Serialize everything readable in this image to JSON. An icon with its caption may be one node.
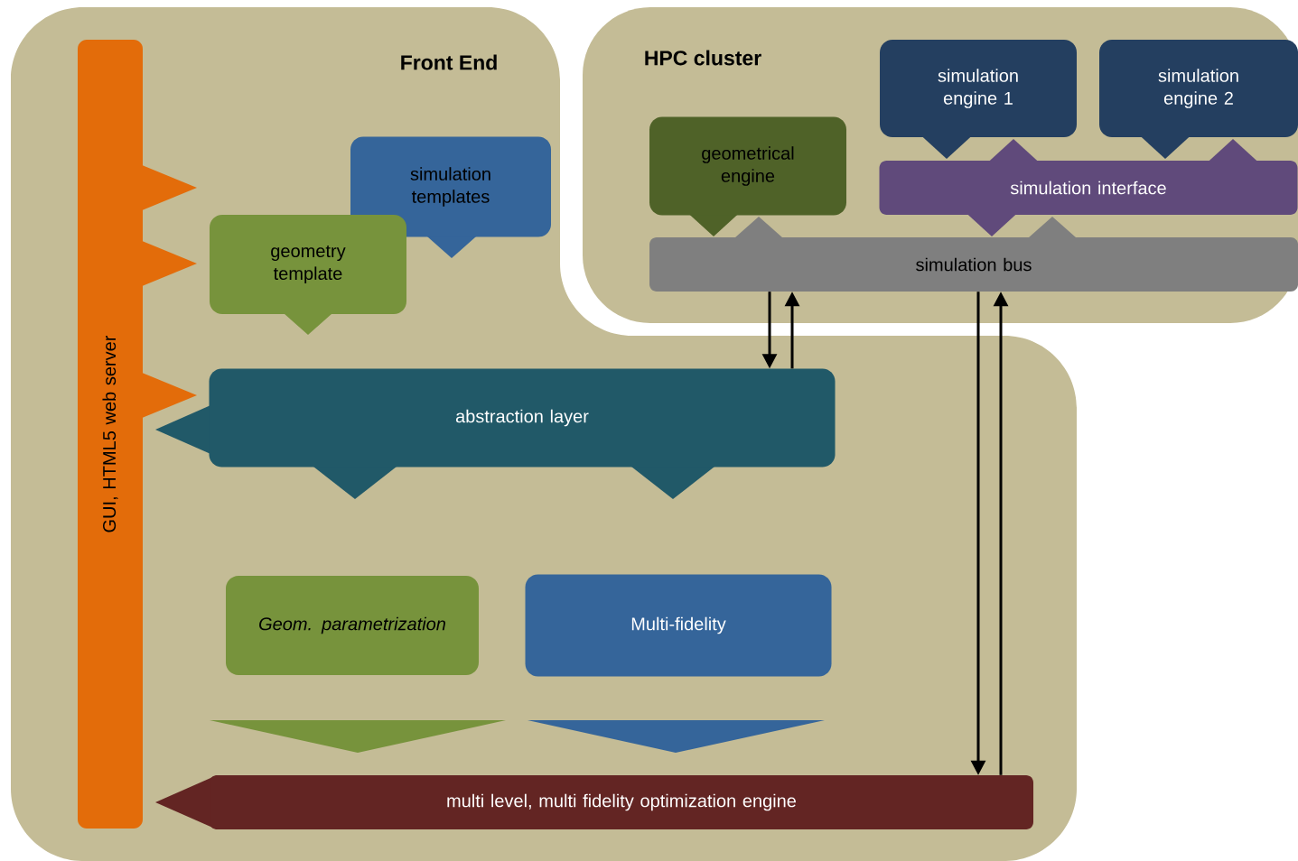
{
  "diagram": {
    "nodes": [
      {
        "text": [
          "Front End"
        ]
      },
      {
        "text": [
          "HPC cluster"
        ]
      },
      {
        "text": [
          "GUI, HTML5 web server"
        ],
        "in": 0
      },
      {
        "text": [
          "simulation templates"
        ],
        "in": 0
      },
      {
        "text": [
          "geometry template"
        ],
        "in": 0
      },
      {
        "text": [
          "abstraction layer"
        ],
        "in": 0
      },
      {
        "text": [
          "Geom. parametrization"
        ],
        "in": 0
      },
      {
        "text": [
          "Multi-fidelity"
        ],
        "in": 0
      },
      {
        "text": [
          "multi level, multi fidelity optimization engine"
        ],
        "in": 0
      },
      {
        "text": [
          "geometrical engine"
        ],
        "in": 1
      },
      {
        "text": [
          "simulation engine 1"
        ],
        "in": 1
      },
      {
        "text": [
          "simulation engine 2"
        ],
        "in": 1
      },
      {
        "text": [
          "simulation interface"
        ],
        "in": 1
      },
      {
        "text": [
          "simulation bus"
        ],
        "in": 1
      }
    ],
    "edges": [
      {
        "from": 13,
        "to": 5,
        "arrow": "to"
      },
      {
        "from": 5,
        "to": 13,
        "arrow": "to"
      },
      {
        "from": 13,
        "to": 8,
        "arrow": "to"
      },
      {
        "from": 8,
        "to": 13,
        "arrow": "to"
      }
    ]
  }
}
